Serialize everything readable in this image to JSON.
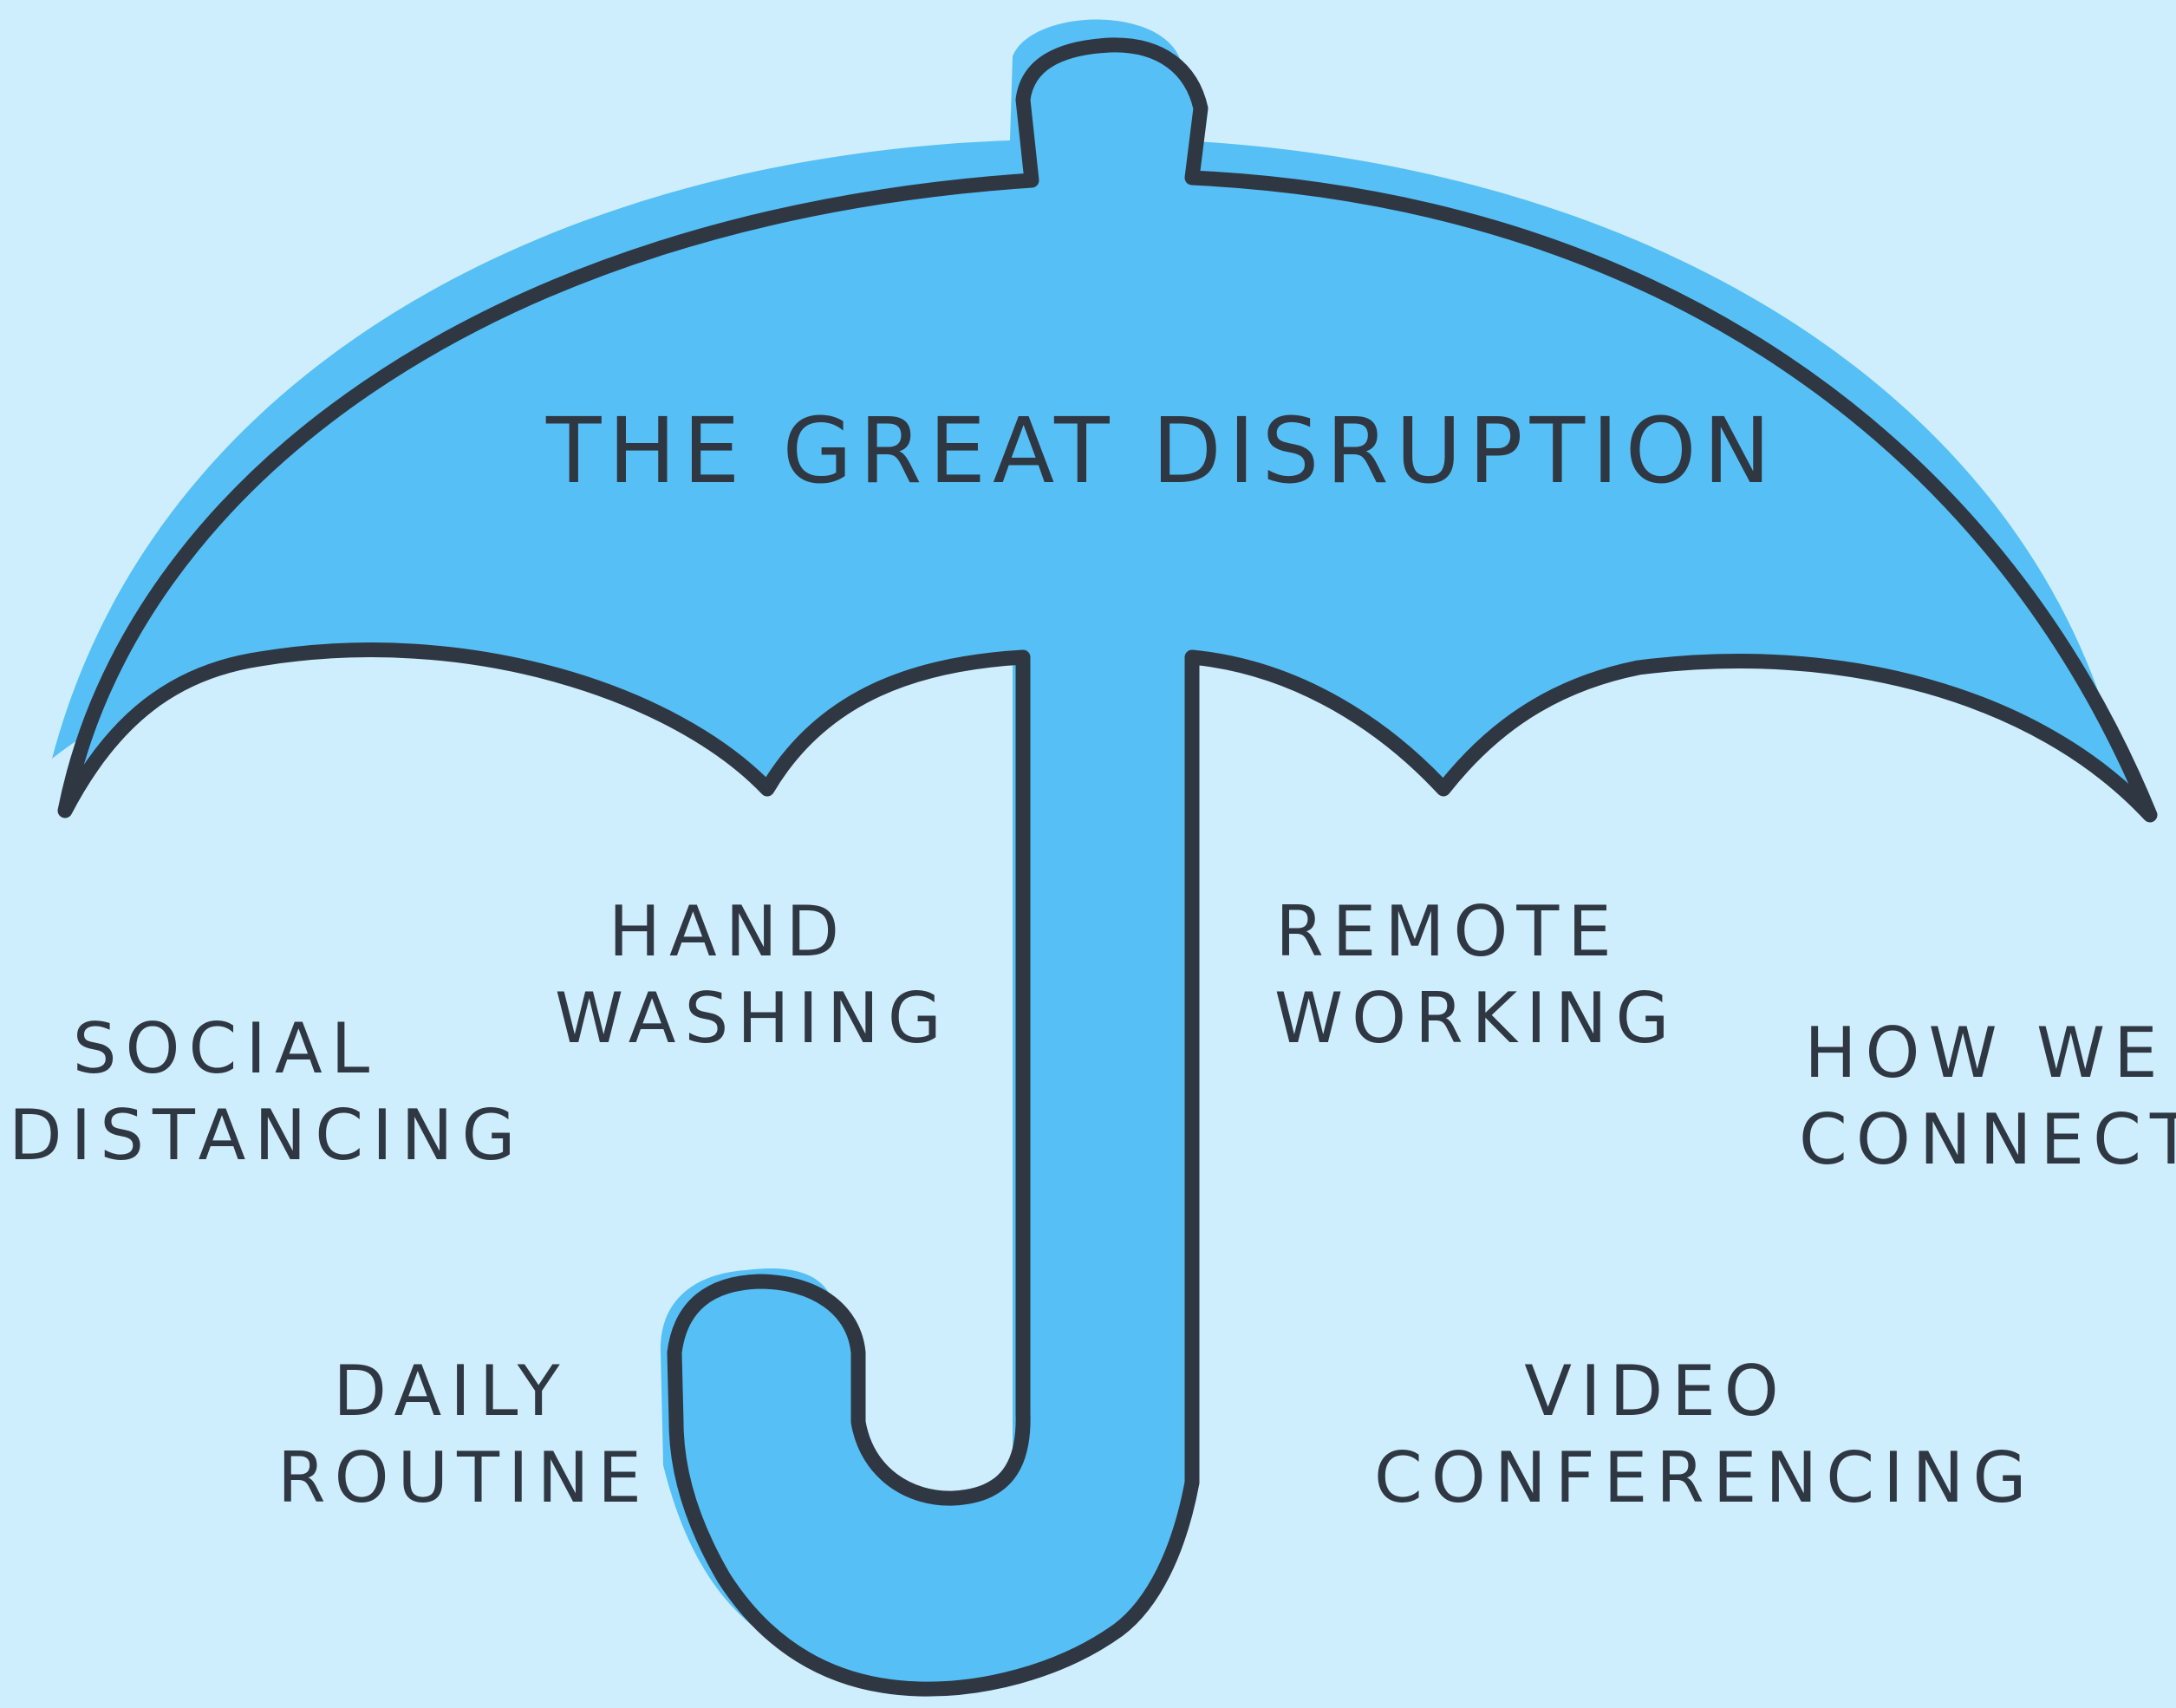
{
  "title": "THE GREAT DISRUPTION",
  "colors": {
    "background": "#cfeefd",
    "umbrella_fill": "#56c0f6",
    "outline": "#2f3743",
    "text": "#2f3743"
  },
  "labels": {
    "social": [
      "SOCIAL",
      "DISTANCING"
    ],
    "hand": [
      "HAND",
      "WASHING"
    ],
    "remote": [
      "REMOTE",
      "WORKING"
    ],
    "connect": [
      "HOW WE",
      "CONNECT"
    ],
    "daily": [
      "DAILY",
      "ROUTINE"
    ],
    "video": [
      "VIDEO",
      "CONFERENCING"
    ]
  }
}
